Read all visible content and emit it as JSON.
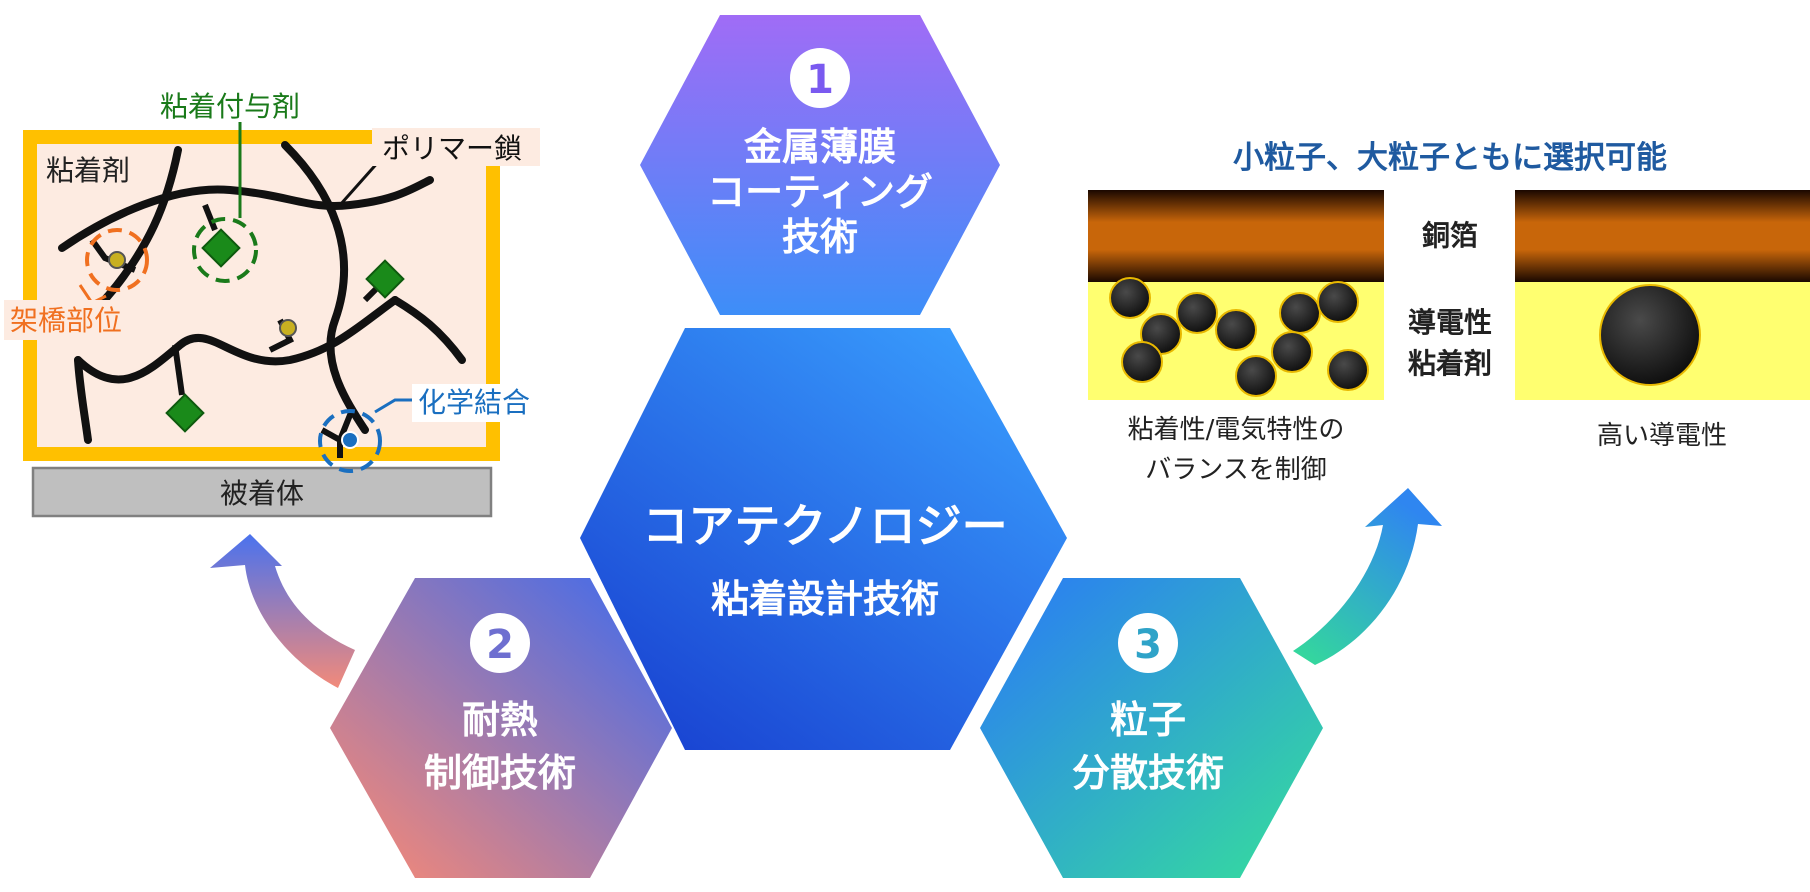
{
  "core": {
    "title": "コアテクノロジー",
    "subtitle": "粘着設計技術",
    "color": "#1a4fd8"
  },
  "hexes": [
    {
      "number": "1",
      "lines": [
        "金属薄膜",
        "コーティング",
        "技術"
      ],
      "num_color": "#7a5af0"
    },
    {
      "number": "2",
      "lines": [
        "耐熱",
        "制御技術"
      ],
      "num_color": "#6e6fd0"
    },
    {
      "number": "3",
      "lines": [
        "粒子",
        "分散技術"
      ],
      "num_color": "#2fa3c8"
    }
  ],
  "left_panel": {
    "adhesive_label": "粘着剤",
    "polymer_label": "ポリマー鎖",
    "tackifier_label": "粘着付与剤",
    "crosslink_label": "架橋部位",
    "chemical_bond_label": "化学結合",
    "substrate_label": "被着体",
    "colors": {
      "frame": "#ffc000",
      "fill": "#fdebe1",
      "tackifier": "#1a7a1a",
      "crosslink": "#f07020",
      "bond": "#1a6fc0"
    }
  },
  "right_panel": {
    "title": "小粒子、大粒子ともに選択可能",
    "copper_label": "銅箔",
    "conductive_label_line1": "導電性",
    "conductive_label_line2": "粘着剤",
    "left_caption_line1": "粘着性/電気特性の",
    "left_caption_line2": "バランスを制御",
    "right_caption": "高い導電性",
    "colors": {
      "copper": "#c86a10",
      "adhesive": "#ffff70",
      "particle": "#1a1a1a"
    }
  }
}
